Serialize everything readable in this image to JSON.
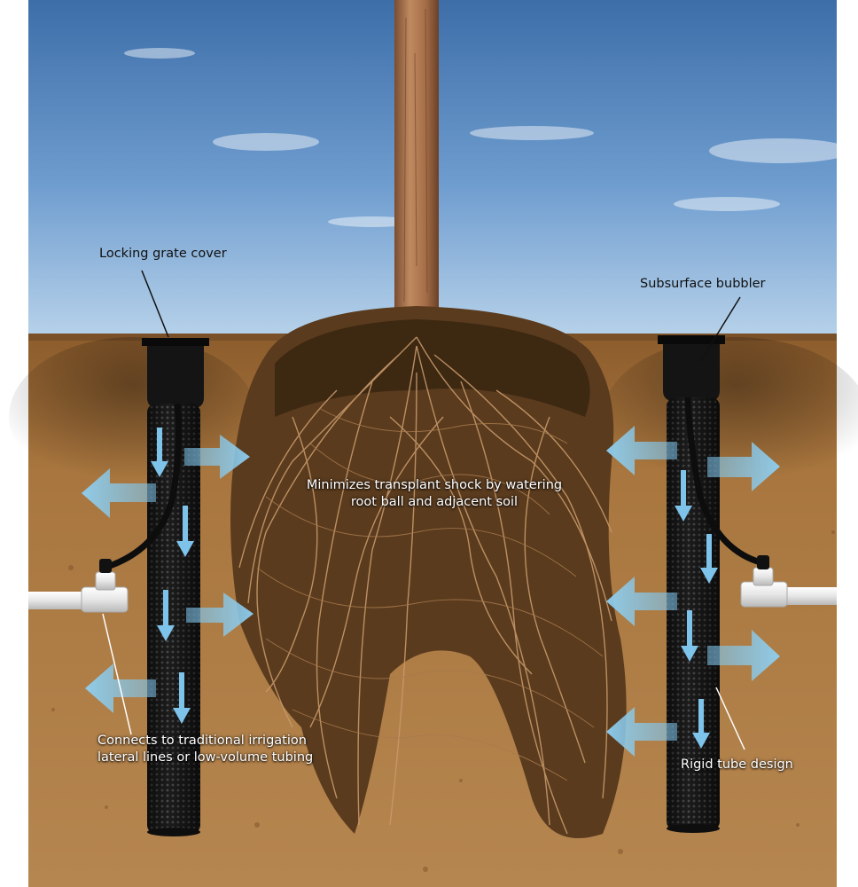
{
  "callouts": {
    "grate_cover": "Locking grate cover",
    "bubbler": "Subsurface bubbler",
    "center_line1": "Minimizes transplant shock by watering",
    "center_line2": "root ball and adjacent soil",
    "irrigation_line1": "Connects to traditional irrigation",
    "irrigation_line2": "lateral lines or low-volume tubing",
    "rigid_tube": "Rigid tube design"
  },
  "colors": {
    "sky_top": "#3f6fa8",
    "sky_bottom": "#a9c9e6",
    "soil": "#a8763e",
    "soil_dark": "#6e4622",
    "tube": "#1a1a1a",
    "arrow": "#7ec3ea",
    "root": "#b98a5a",
    "trunk": "#b47a50"
  },
  "icons": {
    "water_flow": "arrow-icon",
    "pipe": "pvc-pipe-icon"
  }
}
